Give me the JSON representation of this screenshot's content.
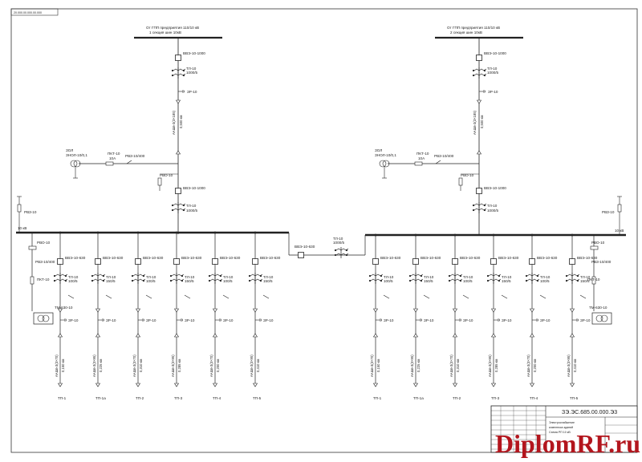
{
  "stamp_topleft": "20.000.00.000.00.000",
  "left_section": {
    "feed_label": "От ГПП предприятия 110/10 кВ",
    "feed_sub": "1 секция шин 10кВ",
    "top_breaker": "ВВЭ-10-1000",
    "top_ct": "ТЛ-10",
    "top_ct_ratio": "1000/5",
    "top_ground": "ЗР-10",
    "cable": "ААШв-3(3×185)",
    "cable_len": "0,500 км",
    "vt": "ЗОЛ",
    "vt_type": "ЗНОЛ-10/0,1",
    "fuse": "ПКТ-10",
    "fuse_rating": "10А",
    "vt_disc": "РВЗ-10/400",
    "arrester": "РВО-10",
    "in_breaker": "ВВЭ-10-1000",
    "in_ct": "ТЛ-10",
    "in_ct_ratio": "1000/5",
    "bus_arrester": "РВЗ-10",
    "bus_label": "10 кВ",
    "tsn_arrester": "РВО-10",
    "tsn_disc": "РВЗ-10/400",
    "tsn_fuse": "ПКТ-10",
    "tsn": "ТМ-630-10",
    "feeders": [
      {
        "breaker": "ВВЭ-10-630",
        "ct": "ТЛ-10",
        "ratio": "100/5",
        "ground": "ЗР-10",
        "cable": "ААШв-3(3×70)",
        "len": "0,150 км",
        "dest": "ТП-1"
      },
      {
        "breaker": "ВВЭ-10-630",
        "ct": "ТЛ-10",
        "ratio": "150/5",
        "ground": "ЗР-10",
        "cable": "ААШв-3(3×95)",
        "len": "0,225 км",
        "dest": "ТП-1а"
      },
      {
        "breaker": "ВВЭ-10-630",
        "ct": "ТЛ-10",
        "ratio": "100/5",
        "ground": "ЗР-10",
        "cable": "ААШв-3(3×70)",
        "len": "0,310 км",
        "dest": "ТП-2"
      },
      {
        "breaker": "ВВЭ-10-630",
        "ct": "ТЛ-10",
        "ratio": "150/5",
        "ground": "ЗР-10",
        "cable": "ААШв-3(3×95)",
        "len": "0,285 км",
        "dest": "ТП-3"
      },
      {
        "breaker": "ВВЭ-10-630",
        "ct": "ТЛ-10",
        "ratio": "100/5",
        "ground": "ЗР-10",
        "cable": "ААШв-3(3×70)",
        "len": "0,200 км",
        "dest": "ТП-4"
      },
      {
        "breaker": "ВВЭ-10-630",
        "ct": "ТЛ-10",
        "ratio": "150/5",
        "ground": "ЗР-10",
        "cable": "ААШв-3(3×95)",
        "len": "0,410 км",
        "dest": "ТП-5"
      }
    ]
  },
  "right_section": {
    "feed_label": "От ГПП предприятия 110/10 кВ",
    "feed_sub": "2 секция шин 10кВ",
    "top_breaker": "ВВЭ-10-1000",
    "top_ct": "ТЛ-10",
    "top_ct_ratio": "1000/5",
    "top_ground": "ЗР-10",
    "cable": "ААШв-3(3×185)",
    "cable_len": "0,500 км",
    "vt": "ЗОЛ",
    "vt_type": "ЗНОЛ-10/0,1",
    "fuse": "ПКТ-10",
    "fuse_rating": "10А",
    "vt_disc": "РВЗ-10/400",
    "arrester": "РВО-10",
    "in_breaker": "ВВЭ-10-1000",
    "in_ct": "ТЛ-10",
    "in_ct_ratio": "1000/5",
    "bus_arrester": "РВЗ-10",
    "bus_label": "10 кВ",
    "tsn_arrester": "РВО-10",
    "tsn_disc": "РВЗ-10/400",
    "tsn_fuse": "ПКТ-10",
    "tsn": "ТМ-630-10",
    "feeders": [
      {
        "breaker": "ВВЭ-10-630",
        "ct": "ТЛ-10",
        "ratio": "100/5",
        "ground": "ЗР-10",
        "cable": "ААШв-3(3×70)",
        "len": "0,150 км",
        "dest": "ТП-1"
      },
      {
        "breaker": "ВВЭ-10-630",
        "ct": "ТЛ-10",
        "ratio": "150/5",
        "ground": "ЗР-10",
        "cable": "ААШв-3(3×95)",
        "len": "0,225 км",
        "dest": "ТП-1а"
      },
      {
        "breaker": "ВВЭ-10-630",
        "ct": "ТЛ-10",
        "ratio": "100/5",
        "ground": "ЗР-10",
        "cable": "ААШв-3(3×70)",
        "len": "0,310 км",
        "dest": "ТП-2"
      },
      {
        "breaker": "ВВЭ-10-630",
        "ct": "ТЛ-10",
        "ratio": "150/5",
        "ground": "ЗР-10",
        "cable": "ААШв-3(3×95)",
        "len": "0,285 км",
        "dest": "ТП-3"
      },
      {
        "breaker": "ВВЭ-10-630",
        "ct": "ТЛ-10",
        "ratio": "100/5",
        "ground": "ЗР-10",
        "cable": "ААШв-3(3×70)",
        "len": "0,200 км",
        "dest": "ТП-4"
      },
      {
        "breaker": "ВВЭ-10-630",
        "ct": "ТЛ-10",
        "ratio": "150/5",
        "ground": "ЗР-10",
        "cable": "ААШв-3(3×95)",
        "len": "0,410 км",
        "dest": "ТП-5"
      }
    ]
  },
  "sectional": {
    "breaker": "ВВЭ-10-630",
    "ct": "ТЛ-10",
    "ct_ratio": "1000/5"
  },
  "title_block": {
    "code": "ЗЭ.ЭС.685.00.000.Э3",
    "desc1": "Электроснабжение",
    "desc2": "комплекса зданий",
    "desc3": "Схема РП 10 кВ"
  },
  "watermark": "DiplomRF.ru"
}
